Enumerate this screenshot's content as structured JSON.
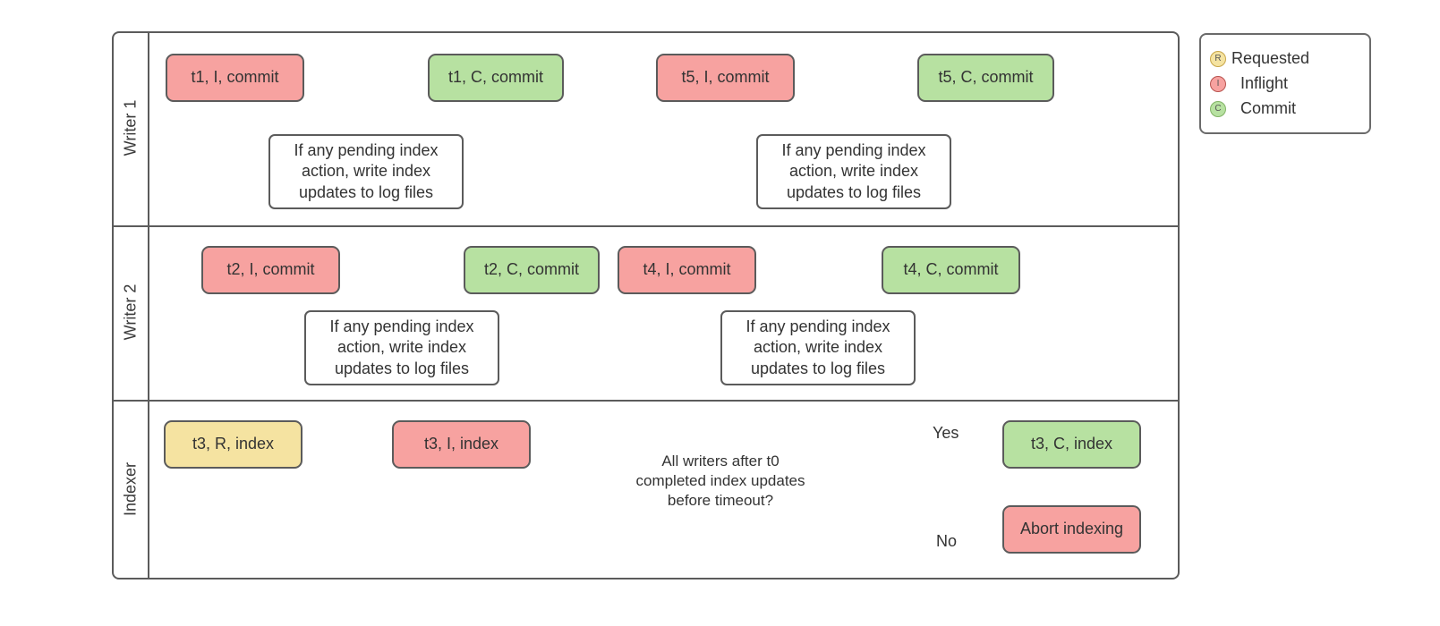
{
  "colors": {
    "border": "#5b5b5b",
    "inflight_fill": "#f7a2a0",
    "commit_fill": "#b7e1a1",
    "requested_fill": "#f5e3a1",
    "lock": "#29297d",
    "text": "#333333"
  },
  "lanes": [
    {
      "label": "Writer 1"
    },
    {
      "label": "Writer 2"
    },
    {
      "label": "Indexer"
    }
  ],
  "legend": {
    "items": [
      {
        "letter": "R",
        "label": "Requested"
      },
      {
        "letter": "I",
        "label": "Inflight"
      },
      {
        "letter": "C",
        "label": "Commit"
      }
    ]
  },
  "nodes": {
    "t1_inflight": "t1, I, commit",
    "t1_commit": "t1, C, commit",
    "t5_inflight": "t5, I, commit",
    "t5_commit": "t5, C, commit",
    "t2_inflight": "t2, I, commit",
    "t2_commit": "t2, C, commit",
    "t4_inflight": "t4, I, commit",
    "t4_commit": "t4, C, commit",
    "t3_requested": "t3, R, index",
    "t3_inflight": "t3, I, index",
    "t3_commit": "t3, C, index",
    "abort": "Abort indexing",
    "pending_action": "If any pending index action, write index updates to log files",
    "decision": "All writers after t0 completed index updates before timeout?"
  },
  "edge_labels": {
    "yes": "Yes",
    "no": "No"
  }
}
